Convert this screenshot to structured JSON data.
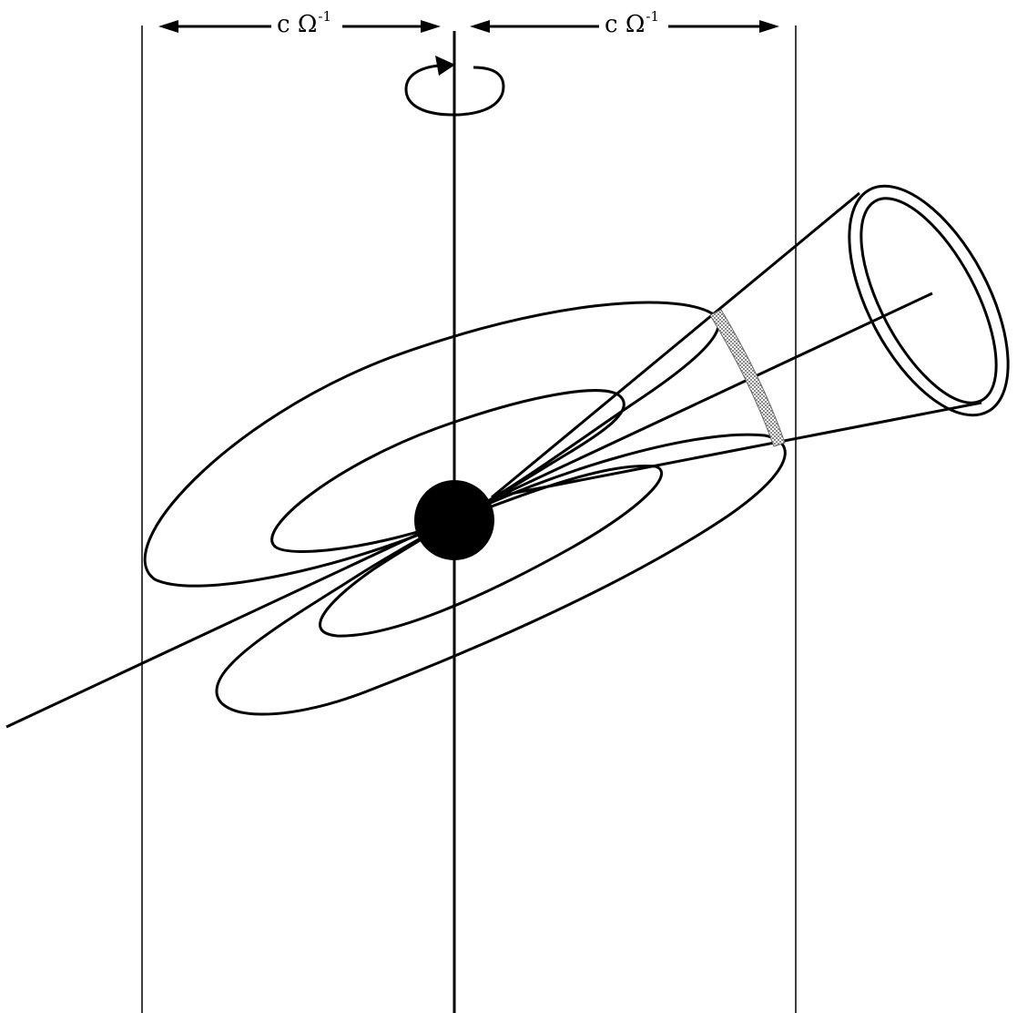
{
  "diagram": {
    "description_labels": {
      "left_dimension": {
        "base": "c Ω",
        "exponent": "-1"
      },
      "right_dimension": {
        "base": "c Ω",
        "exponent": "-1"
      }
    },
    "colors": {
      "ink": "#000000",
      "beam_shading": "#9a9a9a",
      "background": "#ffffff"
    }
  }
}
